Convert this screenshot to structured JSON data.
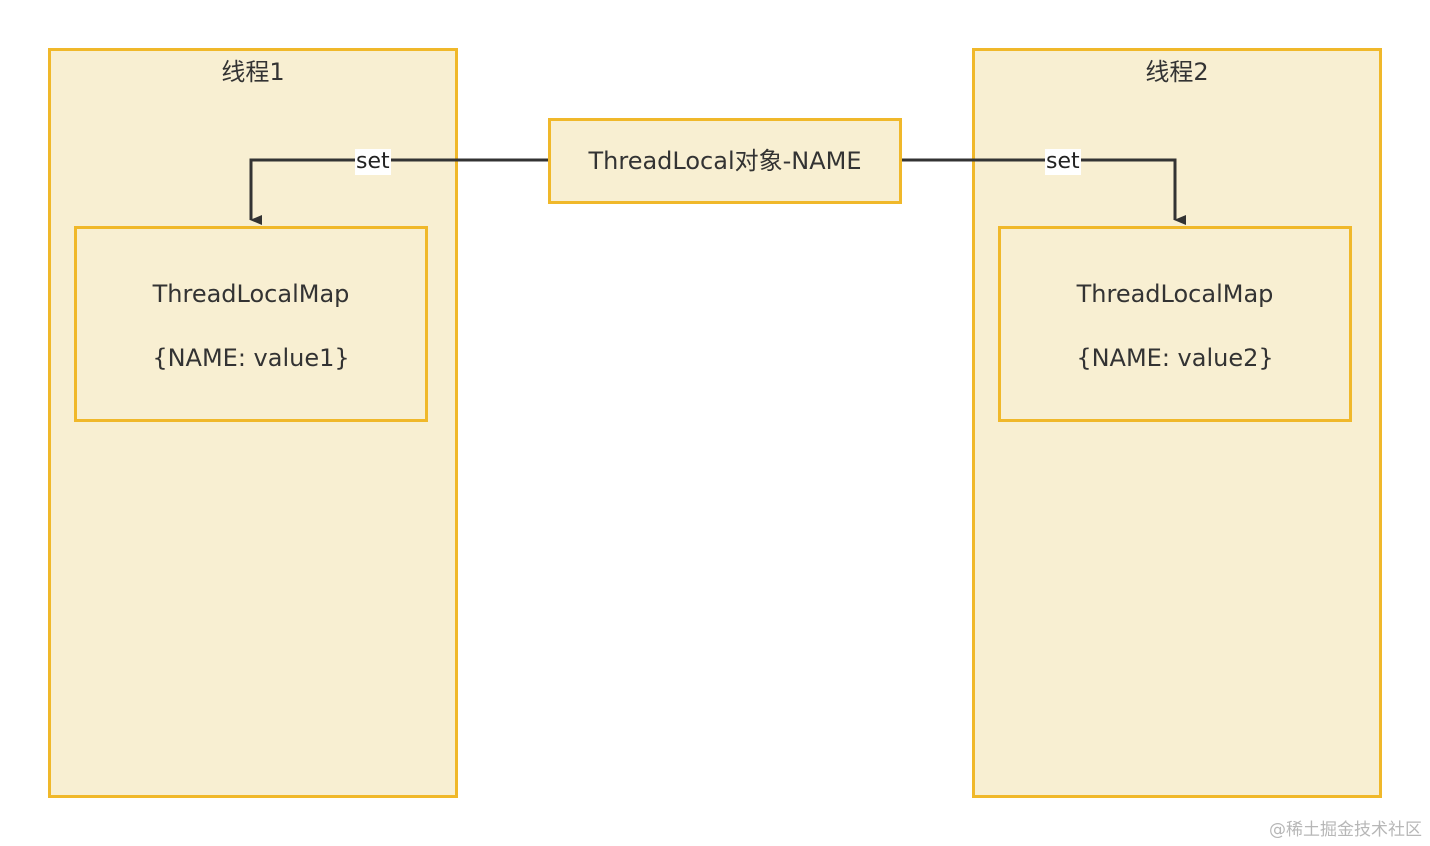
{
  "thread1": {
    "title": "线程1",
    "map_title": "ThreadLocalMap",
    "map_value": "{NAME: value1}"
  },
  "thread2": {
    "title": "线程2",
    "map_title": "ThreadLocalMap",
    "map_value": "{NAME: value2}"
  },
  "threadlocal_object": {
    "label": "ThreadLocal对象-NAME"
  },
  "edges": [
    {
      "from": "threadlocal_object",
      "to": "thread1.map",
      "label": "set"
    },
    {
      "from": "threadlocal_object",
      "to": "thread2.map",
      "label": "set"
    }
  ],
  "watermark": "@稀土掘金技术社区",
  "colors": {
    "box_border": "#f0b82a",
    "box_fill": "#f8efd2",
    "edge": "#333333"
  }
}
